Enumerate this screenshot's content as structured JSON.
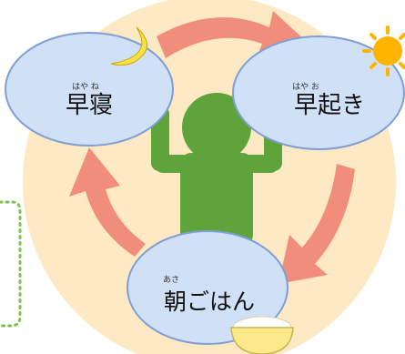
{
  "colors": {
    "background_disc": "#fde9c4",
    "node_fill": "#cfe0f7",
    "node_stroke": "#7f9fd4",
    "arrow": "#f18d7b",
    "figure": "#5fa43b",
    "moon": "#f7e04a",
    "sun": "#ffb400",
    "bowl": "#fbe98b",
    "dotted_frame": "#7cc24f"
  },
  "cycle": {
    "nodes": [
      {
        "label": "早寝",
        "ruby": "はや ね"
      },
      {
        "label": "早起き",
        "ruby": "はや お"
      },
      {
        "label": "朝ごはん",
        "ruby": "あさ"
      }
    ]
  },
  "icons": [
    "moon-icon",
    "sun-icon",
    "rice-bowl-icon",
    "person-icon"
  ]
}
